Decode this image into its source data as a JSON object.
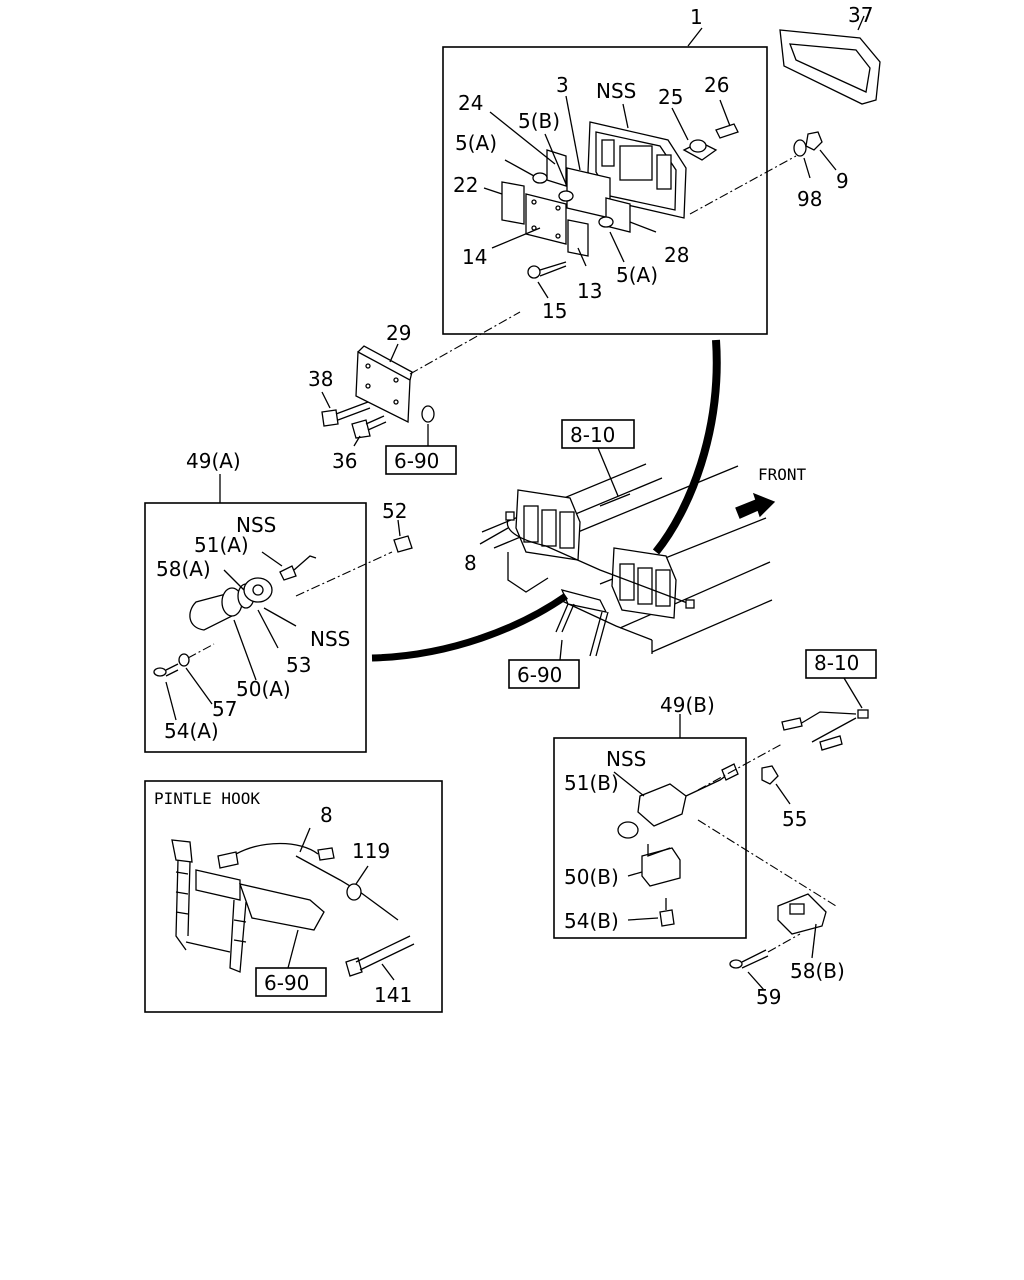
{
  "labels": {
    "p1": "1",
    "p37": "37",
    "p3": "3",
    "nss_top": "NSS",
    "p24": "24",
    "p25": "25",
    "p26": "26",
    "p5b": "5(B)",
    "p5a_1": "5(A)",
    "p22": "22",
    "p98": "98",
    "p9": "9",
    "p14": "14",
    "p28": "28",
    "p13": "13",
    "p5a_2": "5(A)",
    "p15": "15",
    "p29": "29",
    "p38": "38",
    "p36": "36",
    "ref_690_a": "6-90",
    "ref_810_a": "8-10",
    "front": "FRONT",
    "p8_main": "8",
    "ref_690_b": "6-90",
    "p49a": "49(A)",
    "p52": "52",
    "nss_a1": "NSS",
    "p51a": "51(A)",
    "p58a": "58(A)",
    "nss_a2": "NSS",
    "p53": "53",
    "p50a": "50(A)",
    "p57": "57",
    "p54a": "54(A)",
    "ref_810_b": "8-10",
    "p49b": "49(B)",
    "nss_b": "NSS",
    "p51b": "51(B)",
    "p55": "55",
    "p50b": "50(B)",
    "p54b": "54(B)",
    "p58b": "58(B)",
    "p59": "59",
    "pintle_title": "PINTLE HOOK",
    "p8_pintle": "8",
    "p119": "119",
    "ref_690_c": "6-90",
    "p141": "141"
  }
}
